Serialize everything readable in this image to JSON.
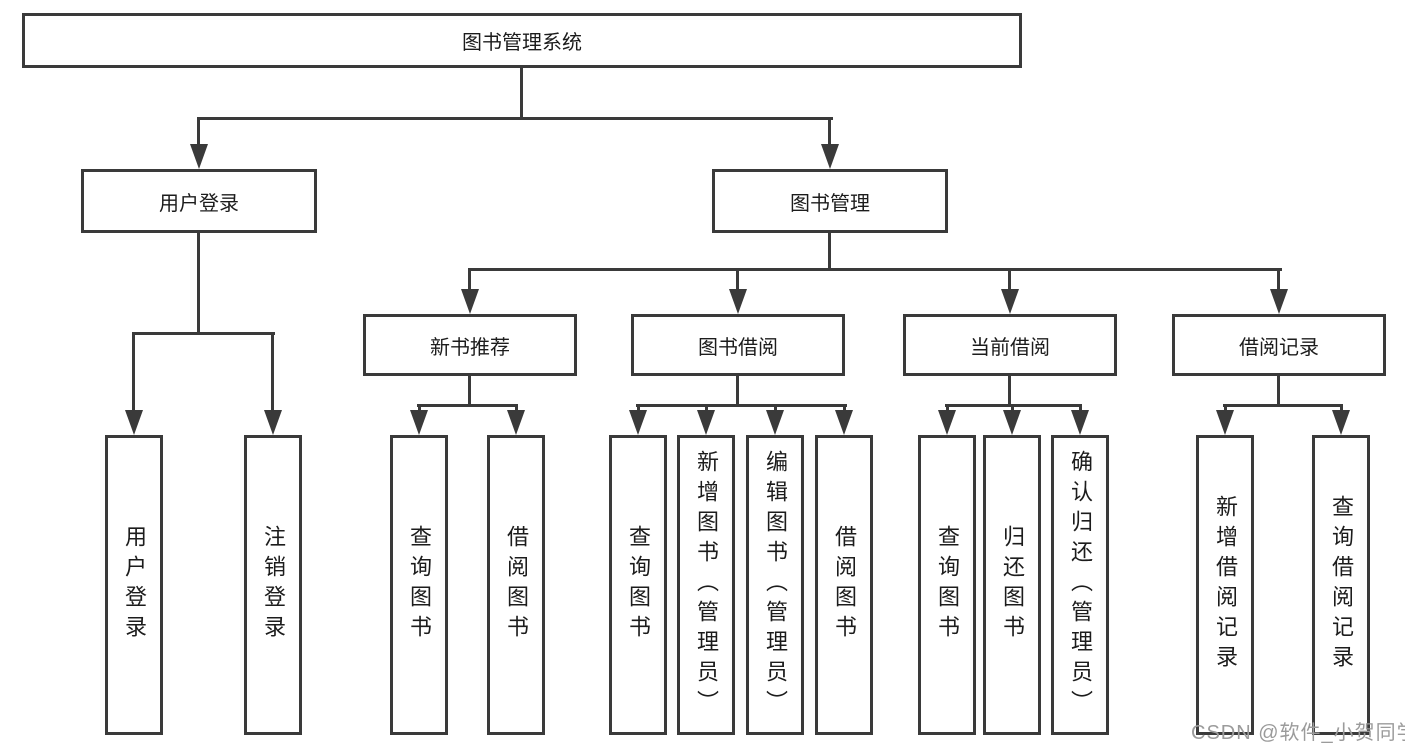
{
  "root": {
    "label": "图书管理系统"
  },
  "level2": {
    "user_login": {
      "label": "用户登录"
    },
    "book_mgmt": {
      "label": "图书管理"
    }
  },
  "sections": {
    "new_books": {
      "label": "新书推荐"
    },
    "book_borrow": {
      "label": "图书借阅"
    },
    "current_borrow": {
      "label": "当前借阅"
    },
    "borrow_records": {
      "label": "借阅记录"
    }
  },
  "leaves": {
    "user_login": [
      "用户登录",
      "注销登录"
    ],
    "new_books": [
      "查询图书",
      "借阅图书"
    ],
    "book_borrow": [
      "查询图书",
      "新增图书（管理员）",
      "编辑图书（管理员）",
      "借阅图书"
    ],
    "current_borrow": [
      "查询图书",
      "归还图书",
      "确认归还（管理员）"
    ],
    "borrow_records": [
      "新增借阅记录",
      "查询借阅记录"
    ]
  },
  "watermark": {
    "text": "CSDN @软件_小贺同学"
  },
  "colors": {
    "line": "#3a3a3a",
    "text": "#1c1c1c",
    "watermark": "#9b9b9b",
    "background": "#ffffff"
  }
}
